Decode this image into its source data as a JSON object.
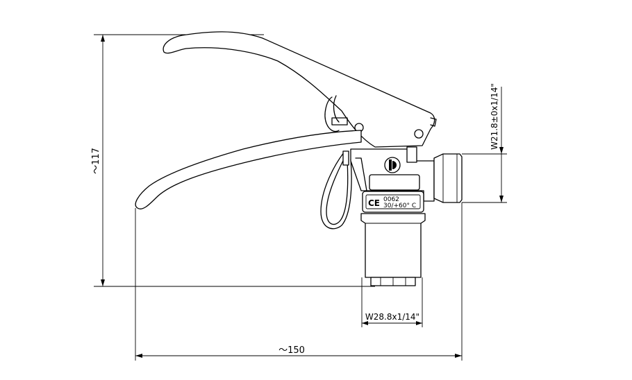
{
  "dimensions": {
    "height": "～117",
    "length": "～150",
    "outlet_thread": "W21.8±0x1/14\"",
    "bottom_thread": "W28.8x1/14\""
  },
  "label": {
    "ce_mark": "CE",
    "cert_number": "0062",
    "temp_range": "30/+60° C"
  }
}
